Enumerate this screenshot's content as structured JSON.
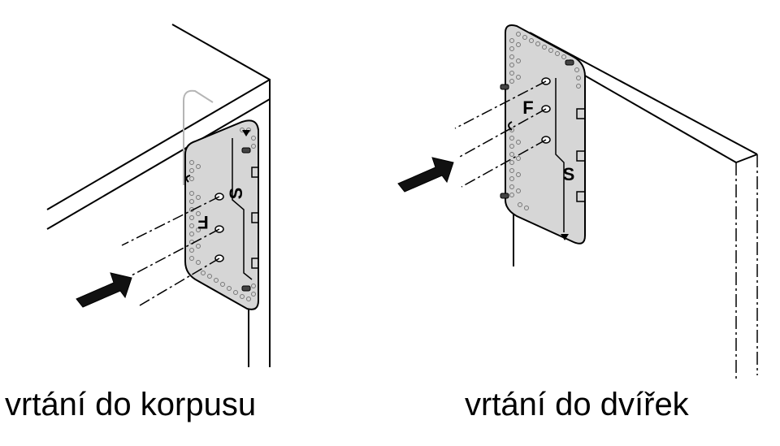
{
  "captions": {
    "left": "vrtání do korpusu",
    "right": "vrtání do dvířek"
  },
  "jig_labels": {
    "left_s": "S",
    "left_f": "F",
    "right_f": "F",
    "right_s": "S"
  },
  "colors": {
    "line": "#000000",
    "jig_fill": "#d6d6d6",
    "arrow_fill": "#111111",
    "background": "#ffffff"
  },
  "icons": [
    "arrow-right-icon",
    "drilling-jig-icon"
  ]
}
